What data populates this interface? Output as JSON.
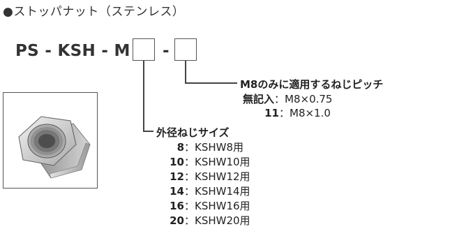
{
  "heading": "●ストッパナット（ステンレス）",
  "part_code": {
    "prefix": "PS - KSH - M",
    "separator": "-"
  },
  "pitch_section": {
    "title": "M8のみに適用するねじピッチ",
    "options": [
      {
        "code": "無記入",
        "value": "：M8×0.75"
      },
      {
        "code": "11",
        "value": "：M8×1.0"
      }
    ]
  },
  "diameter_section": {
    "title": "外径ねじサイズ",
    "options": [
      {
        "code": "8",
        "value": "：KSHW8用"
      },
      {
        "code": "10",
        "value": "：KSHW10用"
      },
      {
        "code": "12",
        "value": "：KSHW12用"
      },
      {
        "code": "14",
        "value": "：KSHW14用"
      },
      {
        "code": "16",
        "value": "：KSHW16用"
      },
      {
        "code": "20",
        "value": "：KSHW20用"
      }
    ]
  },
  "product_image": {
    "name": "hex-stopper-nut"
  }
}
